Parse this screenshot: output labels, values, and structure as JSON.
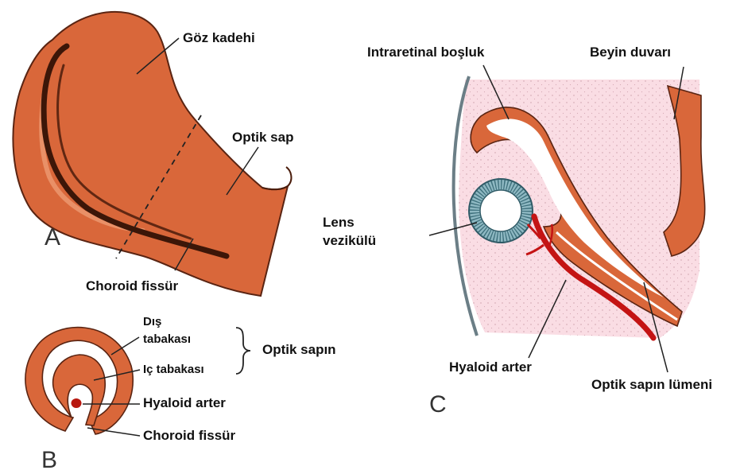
{
  "colors": {
    "tissue": "#d9673a",
    "tissue_edge": "#5a2412",
    "lumen": "#ffffff",
    "mesenchyme": "#fadde4",
    "lens_blue": "#9bc3cc",
    "artery": "#c41414",
    "leader": "#222222",
    "text": "#111111"
  },
  "panel_a": {
    "letter": "A",
    "labels": {
      "goz_kadehi": "Göz kadehi",
      "optik_sap": "Optik sap",
      "choroid_fissur": "Choroid fissür"
    }
  },
  "panel_b": {
    "letter": "B",
    "labels": {
      "dis_tabakasi_1": "Dış",
      "dis_tabakasi_2": "tabakası",
      "ic_tabakasi": "Iç  tabakası",
      "optik_sapin": "Optik sapın",
      "hyaloid_arter": "Hyaloid arter",
      "choroid_fissur": "Choroid fissür"
    }
  },
  "panel_c": {
    "letter": "C",
    "labels": {
      "intraretinal": "Intraretinal boşluk",
      "beyin_duvari": "Beyin duvarı",
      "lens_1": "Lens",
      "lens_2": "vezikülü",
      "hyaloid_arter": "Hyaloid arter",
      "optik_lumen": "Optik sapın lümeni"
    }
  }
}
